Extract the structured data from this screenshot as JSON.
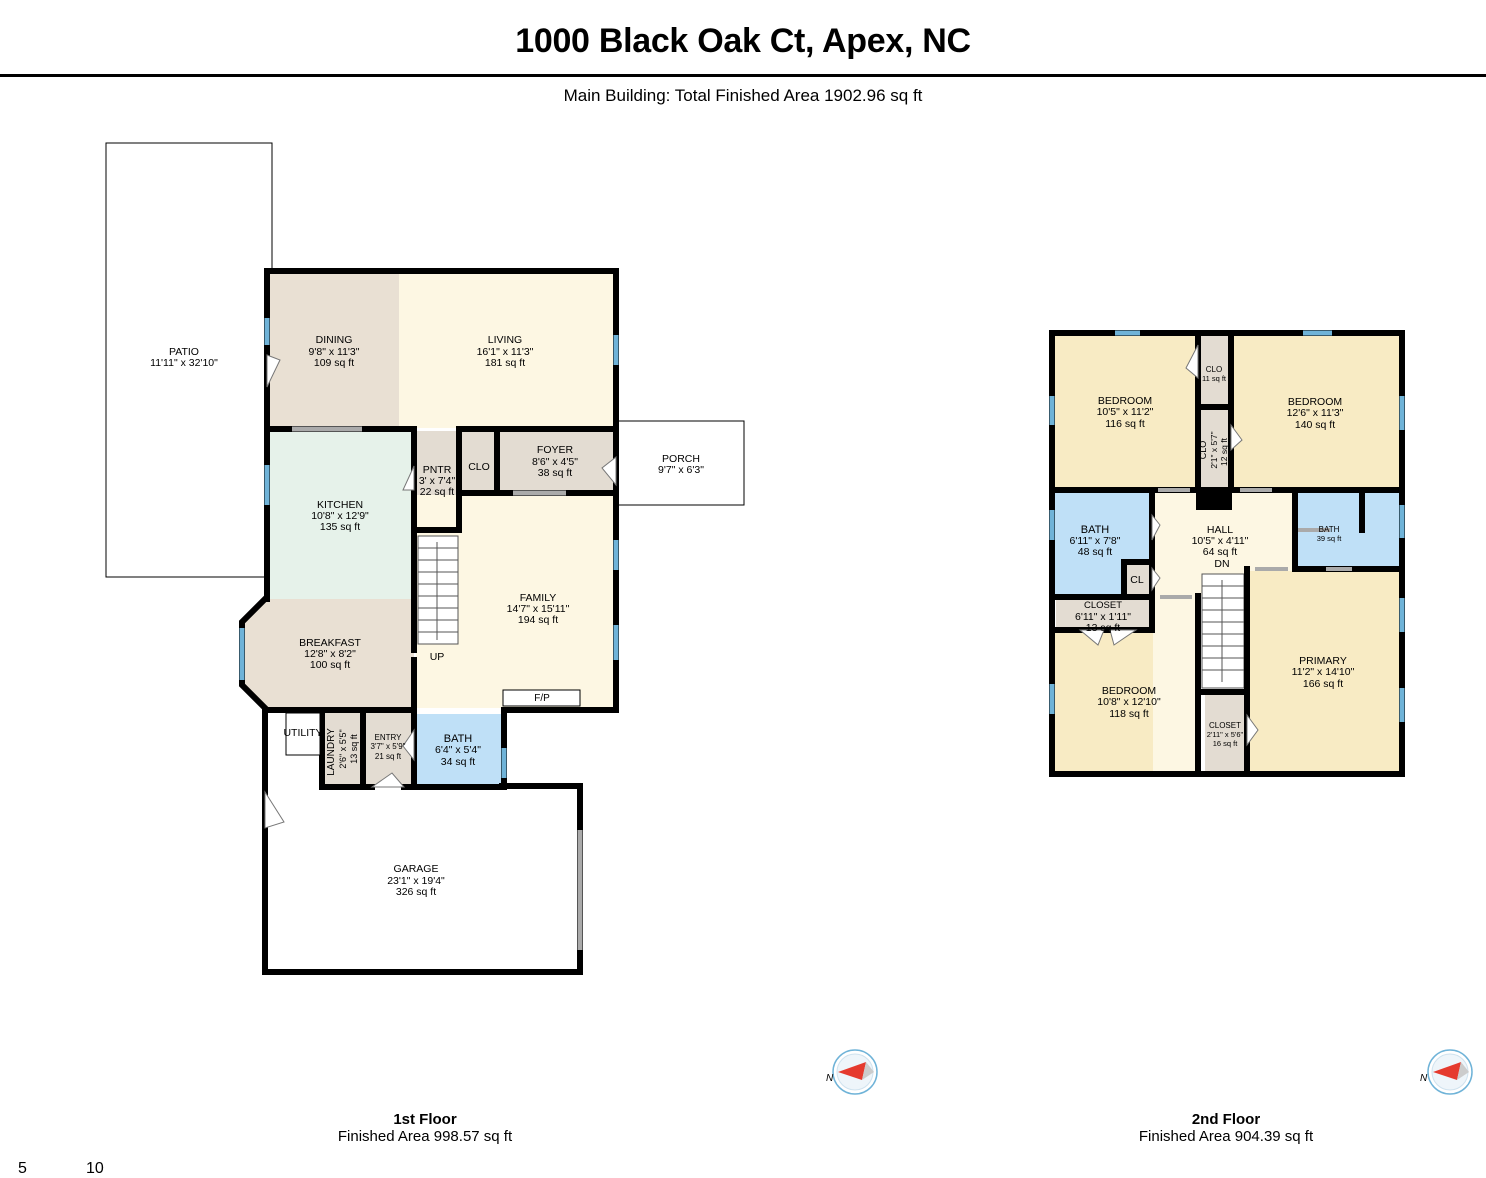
{
  "header": {
    "title": "1000 Black Oak Ct, Apex, NC",
    "subtitle": "Main Building: Total Finished Area 1902.96 sq ft"
  },
  "colors": {
    "wall": "#000000",
    "dining": "#e9e0d3",
    "living": "#fdf7e3",
    "kitchen": "#e6f2ea",
    "breakfast": "#e9e0d3",
    "family": "#fdf7e3",
    "bath": "#bfe0f7",
    "closet": "#e3dcd2",
    "bedroom": "#f8ebc4",
    "hall": "#fdf7e3",
    "window": "#6fb3d8",
    "compass_red": "#e53a2e"
  },
  "floor1": {
    "caption_name": "1st Floor",
    "caption_area": "Finished Area 998.57 sq ft",
    "rooms": {
      "patio": {
        "name": "PATIO",
        "dims": "11'11\" x 32'10\""
      },
      "dining": {
        "name": "DINING",
        "dims": "9'8\" x 11'3\"",
        "area": "109 sq ft"
      },
      "living": {
        "name": "LIVING",
        "dims": "16'1\" x 11'3\"",
        "area": "181 sq ft"
      },
      "kitchen": {
        "name": "KITCHEN",
        "dims": "10'8\" x 12'9\"",
        "area": "135 sq ft"
      },
      "pntr": {
        "name": "PNTR",
        "dims": "3' x 7'4\"",
        "area": "22 sq ft"
      },
      "clo": {
        "name": "CLO"
      },
      "foyer": {
        "name": "FOYER",
        "dims": "8'6\" x 4'5\"",
        "area": "38 sq ft"
      },
      "porch": {
        "name": "PORCH",
        "dims": "9'7\" x 6'3\""
      },
      "family": {
        "name": "FAMILY",
        "dims": "14'7\" x 15'11\"",
        "area": "194 sq ft"
      },
      "breakfast": {
        "name": "BREAKFAST",
        "dims": "12'8\" x 8'2\"",
        "area": "100 sq ft"
      },
      "up": {
        "name": "UP"
      },
      "fp": {
        "name": "F/P"
      },
      "utility": {
        "name": "UTILITY"
      },
      "laundry": {
        "name": "LAUNDRY",
        "dims": "2'6\" x 5'5\"",
        "area": "13 sq ft"
      },
      "entry": {
        "name": "ENTRY",
        "dims": "3'7\" x 5'9\"",
        "area": "21 sq ft"
      },
      "bath": {
        "name": "BATH",
        "dims": "6'4\" x 5'4\"",
        "area": "34 sq ft"
      },
      "garage": {
        "name": "GARAGE",
        "dims": "23'1\" x 19'4\"",
        "area": "326 sq ft"
      }
    }
  },
  "floor2": {
    "caption_name": "2nd Floor",
    "caption_area": "Finished Area 904.39 sq ft",
    "rooms": {
      "bedroom_nw": {
        "name": "BEDROOM",
        "dims": "10'5\" x 11'2\"",
        "area": "116 sq ft"
      },
      "clo_top": {
        "name": "CLO",
        "area": "11 sq ft"
      },
      "bedroom_ne": {
        "name": "BEDROOM",
        "dims": "12'6\" x 11'3\"",
        "area": "140 sq ft"
      },
      "clo_mid": {
        "name": "CLO",
        "dims": "2'1\" x 5'7\"",
        "area": "12 sq ft"
      },
      "bath_w": {
        "name": "BATH",
        "dims": "6'11\" x 7'8\"",
        "area": "48 sq ft"
      },
      "hall": {
        "name": "HALL",
        "dims": "10'5\" x 4'11\"",
        "area": "64 sq ft"
      },
      "dn": {
        "name": "DN"
      },
      "bath_e": {
        "name": "BATH",
        "area": "39 sq ft"
      },
      "cl": {
        "name": "CL"
      },
      "closet_w": {
        "name": "CLOSET",
        "dims": "6'11\" x 1'11\"",
        "area": "13 sq ft"
      },
      "bedroom_sw": {
        "name": "BEDROOM",
        "dims": "10'8\" x 12'10\"",
        "area": "118 sq ft"
      },
      "closet_s": {
        "name": "CLOSET",
        "dims": "2'11\" x 5'6\"",
        "area": "16 sq ft"
      },
      "primary": {
        "name": "PRIMARY",
        "dims": "11'2\" x 14'10\"",
        "area": "166 sq ft"
      }
    }
  },
  "compass": {
    "label": "N",
    "icon": "compass-icon"
  },
  "scale": {
    "mark_a": "5",
    "mark_b": "10"
  }
}
